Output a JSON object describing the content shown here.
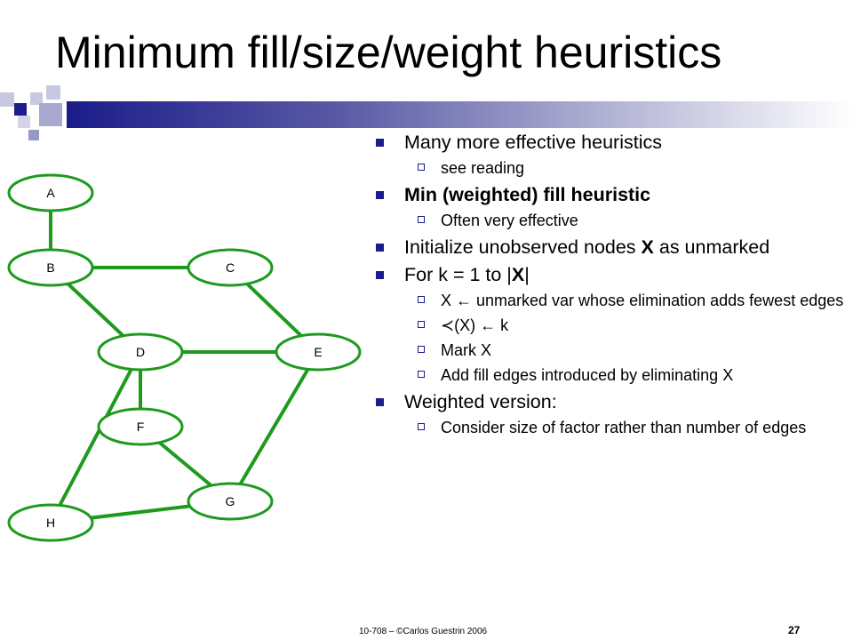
{
  "title": "Minimum fill/size/weight heuristics",
  "colors": {
    "accent": "#1c1c8a",
    "edge": "#1e9a1e",
    "node_border": "#1e9a1e"
  },
  "graph": {
    "nodes": [
      {
        "id": "A",
        "label": "A"
      },
      {
        "id": "B",
        "label": "B"
      },
      {
        "id": "C",
        "label": "C"
      },
      {
        "id": "D",
        "label": "D"
      },
      {
        "id": "E",
        "label": "E"
      },
      {
        "id": "F",
        "label": "F"
      },
      {
        "id": "G",
        "label": "G"
      },
      {
        "id": "H",
        "label": "H"
      }
    ],
    "edges": [
      [
        "A",
        "B"
      ],
      [
        "B",
        "C"
      ],
      [
        "B",
        "D"
      ],
      [
        "C",
        "E"
      ],
      [
        "D",
        "E"
      ],
      [
        "D",
        "F"
      ],
      [
        "F",
        "G"
      ],
      [
        "E",
        "G"
      ],
      [
        "D",
        "H"
      ],
      [
        "H",
        "G"
      ]
    ]
  },
  "bullets": {
    "b1": "Many more effective heuristics",
    "b1_sub1": "see reading",
    "b2": "Min (weighted) fill heuristic",
    "b2_sub1": "Often very effective",
    "b3_pre": "Initialize unobserved nodes ",
    "b3_bold": "X",
    "b3_post": " as unmarked",
    "b4_pre": "For k = 1 to |",
    "b4_bold": "X",
    "b4_post": "|",
    "b4_sub1": "X ← unmarked var whose elimination adds fewest edges",
    "b4_sub2": "≺(X) ← k",
    "b4_sub3": "Mark X",
    "b4_sub4": "Add fill edges introduced by eliminating X",
    "b5": "Weighted version:",
    "b5_sub1": "Consider size of factor rather than number of edges"
  },
  "footer": "10-708 – ©Carlos Guestrin 2006",
  "page_number": "27"
}
